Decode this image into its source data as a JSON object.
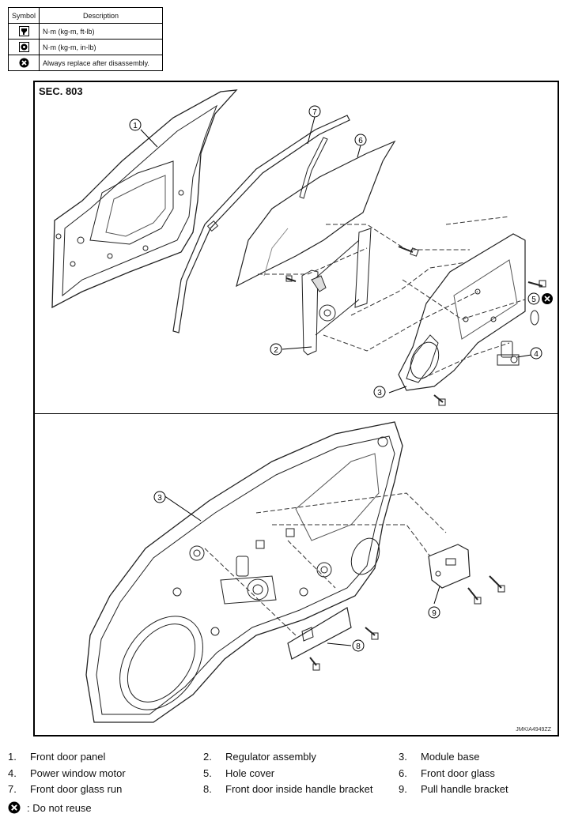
{
  "legend": {
    "header_symbol": "Symbol",
    "header_description": "Description",
    "rows": [
      {
        "icon": "torque-ft-lb-icon",
        "text": "N·m (kg-m, ft-lb)"
      },
      {
        "icon": "torque-in-lb-icon",
        "text": "N·m (kg-m, in-lb)"
      },
      {
        "icon": "always-replace-icon",
        "text": "Always replace after disassembly."
      }
    ]
  },
  "diagram": {
    "section": "SEC. 803",
    "code": "JMKIA4949ZZ",
    "callouts_top": [
      "1",
      "7",
      "6",
      "5",
      "4",
      "2",
      "3"
    ],
    "callouts_bottom": [
      "3",
      "9",
      "8"
    ]
  },
  "parts": [
    {
      "num": "1.",
      "name": "Front door panel"
    },
    {
      "num": "2.",
      "name": "Regulator assembly"
    },
    {
      "num": "3.",
      "name": "Module base"
    },
    {
      "num": "4.",
      "name": "Power window motor"
    },
    {
      "num": "5.",
      "name": "Hole cover"
    },
    {
      "num": "6.",
      "name": "Front door glass"
    },
    {
      "num": "7.",
      "name": "Front door glass run"
    },
    {
      "num": "8.",
      "name": "Front door inside handle bracket"
    },
    {
      "num": "9.",
      "name": "Pull handle bracket"
    }
  ],
  "note": {
    "icon": "do-not-reuse-icon",
    "text": ": Do not reuse"
  }
}
